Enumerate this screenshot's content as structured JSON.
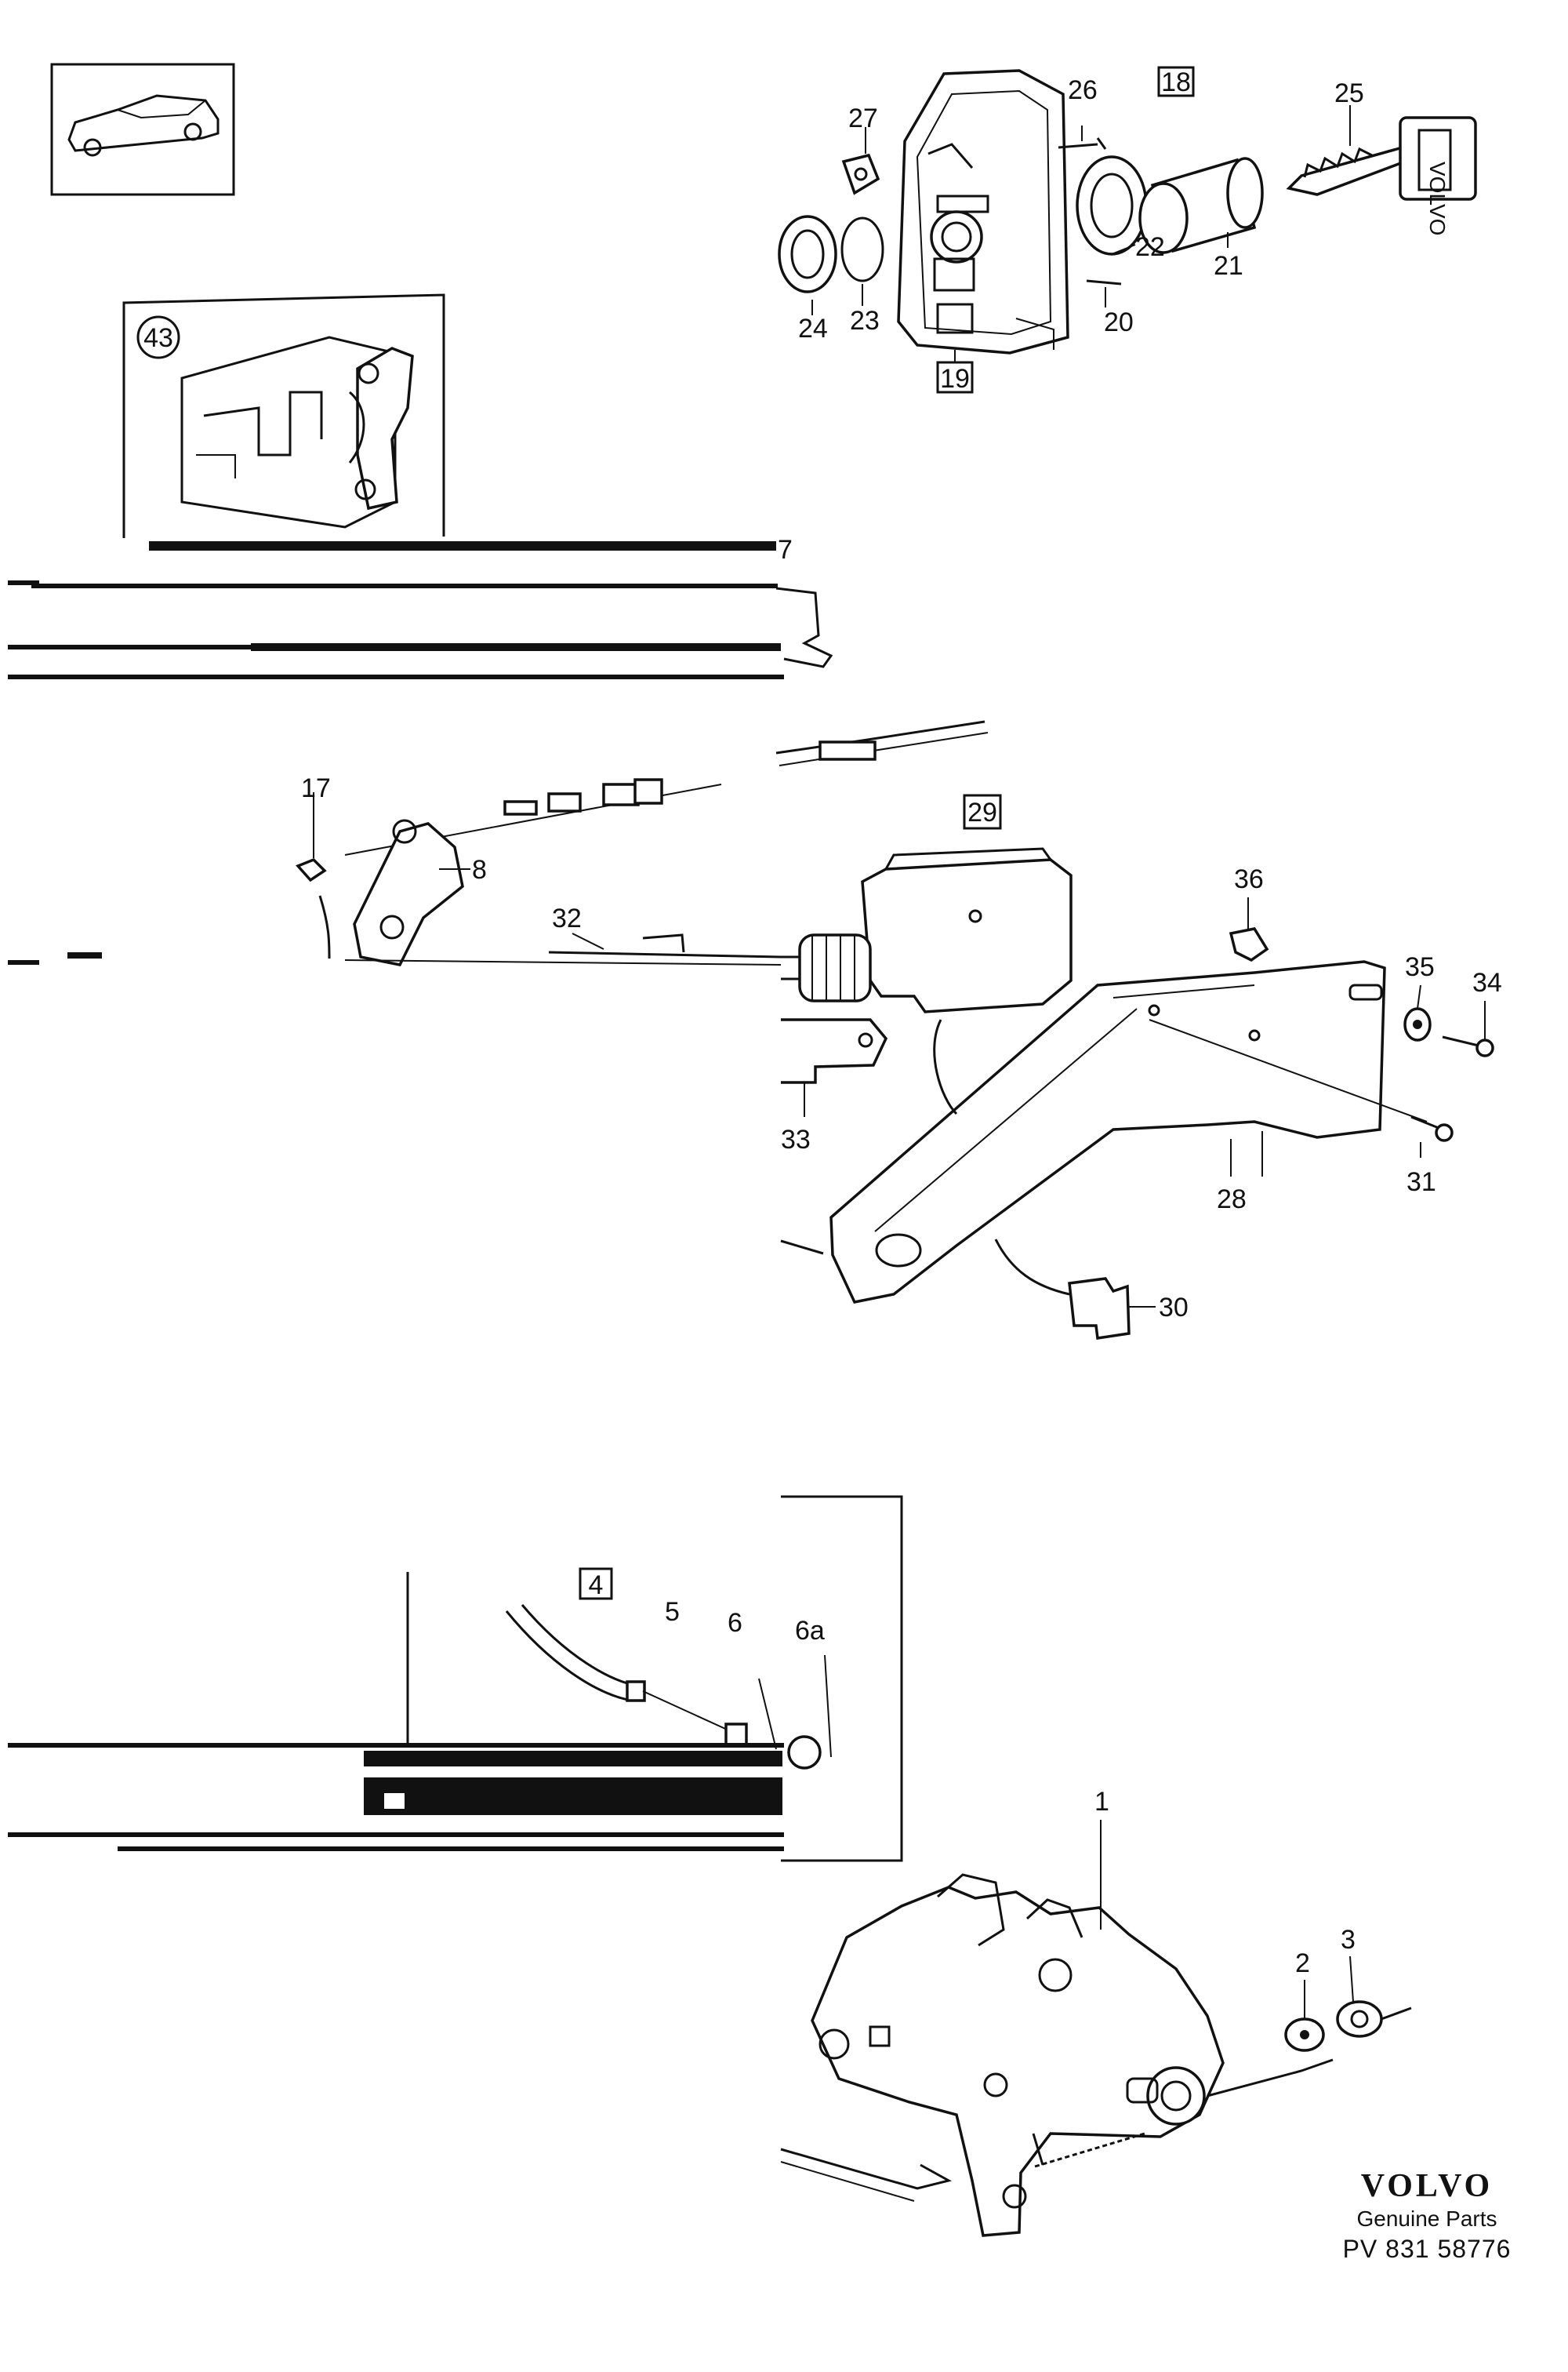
{
  "callouts": {
    "c1": "1",
    "c2": "2",
    "c3": "3",
    "c4": "4",
    "c5": "5",
    "c6": "6",
    "c6a": "6a",
    "c7": "7",
    "c8": "8",
    "c17": "17",
    "c18": "18",
    "c19": "19",
    "c20": "20",
    "c21": "21",
    "c22": "22",
    "c23": "23",
    "c24": "24",
    "c25": "25",
    "c26": "26",
    "c27": "27",
    "c28": "28",
    "c29": "29",
    "c30": "30",
    "c31": "31",
    "c32": "32",
    "c33": "33",
    "c34": "34",
    "c35": "35",
    "c36": "36",
    "c43": "43"
  },
  "key_imprint": "VOLVO",
  "footer": {
    "brand": "VOLVO",
    "subtitle": "Genuine Parts",
    "ref": "PV 831 58776"
  },
  "colors": {
    "ink": "#111111",
    "paper": "#ffffff"
  }
}
